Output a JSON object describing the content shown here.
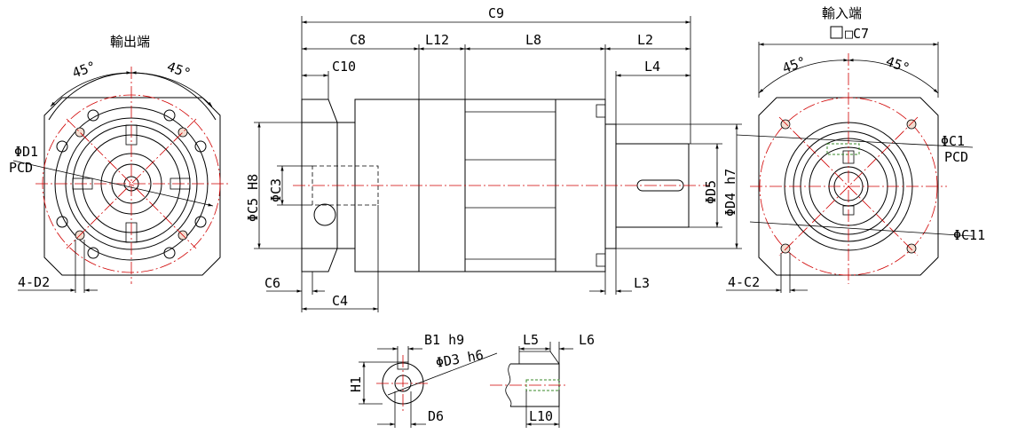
{
  "titles": {
    "output_end": "輸出端",
    "input_end": "輸入端"
  },
  "dims": {
    "C9": "C9",
    "C8": "C8",
    "L12": "L12",
    "L8": "L8",
    "L2": "L2",
    "L4": "L4",
    "C10": "C10",
    "C5": "ΦC5 H8",
    "C3": "ΦC3",
    "D5": "ΦD5",
    "D4": "ΦD4 h7",
    "C6": "C6",
    "C4": "C4",
    "L3": "L3",
    "C7": "□C7",
    "D1": "ΦD1",
    "D1_pcd": "PCD",
    "D2": "4-D2",
    "C1": "ΦC1",
    "C1_pcd": "PCD",
    "C11": "ΦC11",
    "C2": "4-C2",
    "B1": "B1 h9",
    "D3": "ΦD3 h6",
    "H1": "H1",
    "D6": "D6",
    "L5": "L5",
    "L6": "L6",
    "L10": "L10",
    "angle_ol": "45°",
    "angle_or": "45°",
    "angle_il": "45°",
    "angle_ir": "45°"
  }
}
